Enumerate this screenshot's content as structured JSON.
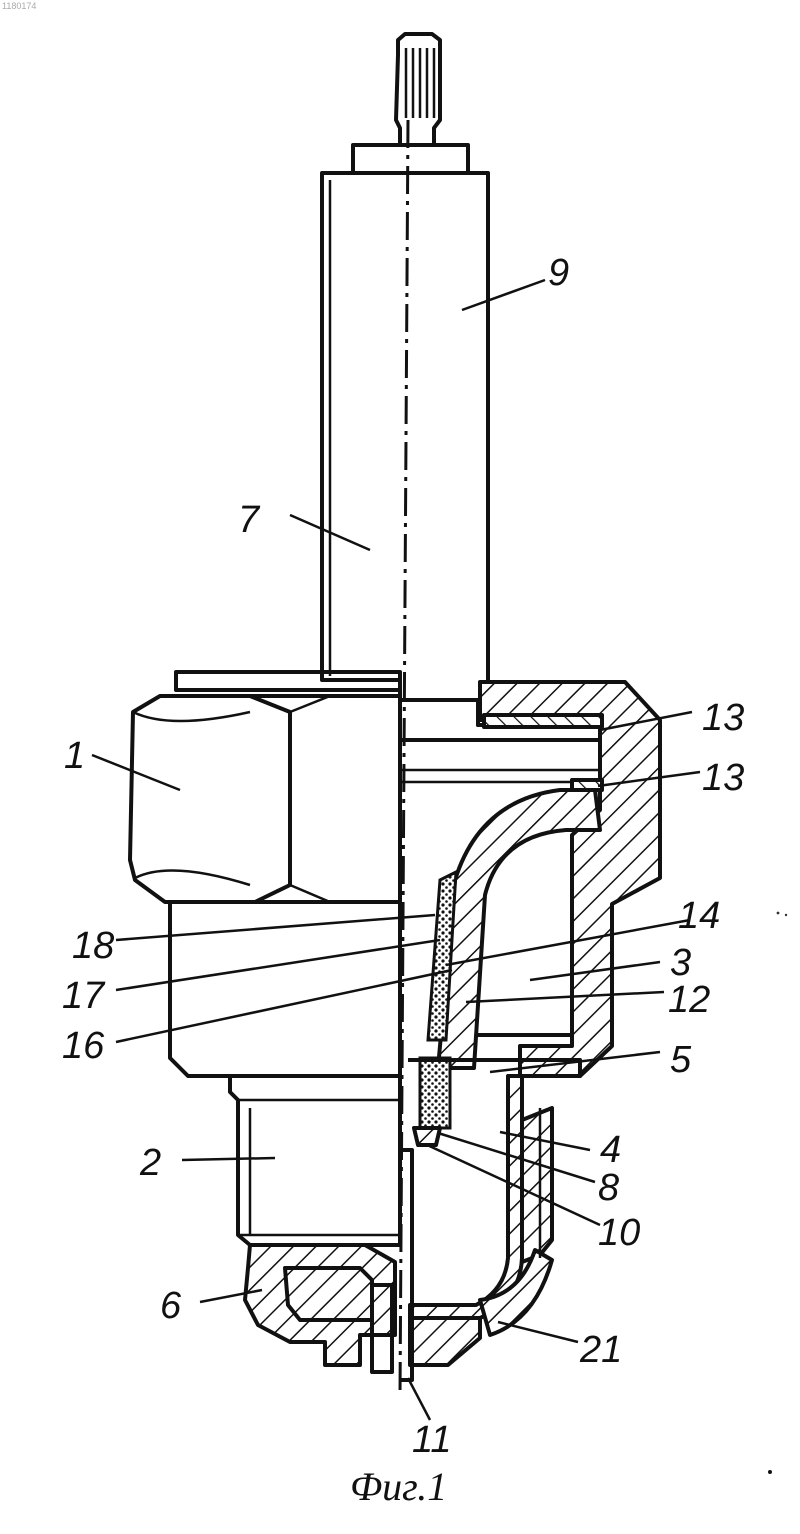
{
  "corner_text": "1180174",
  "figure_caption": "Фиг.1",
  "labels": {
    "l1": "1",
    "l2": "2",
    "l3": "3",
    "l4": "4",
    "l5": "5",
    "l6": "6",
    "l7": "7",
    "l8": "8",
    "l9": "9",
    "l10": "10",
    "l11": "11",
    "l12": "12",
    "l13a": "13",
    "l13b": "13",
    "l14": "14",
    "l16": "16",
    "l17": "17",
    "l18": "18",
    "l21": "21"
  }
}
